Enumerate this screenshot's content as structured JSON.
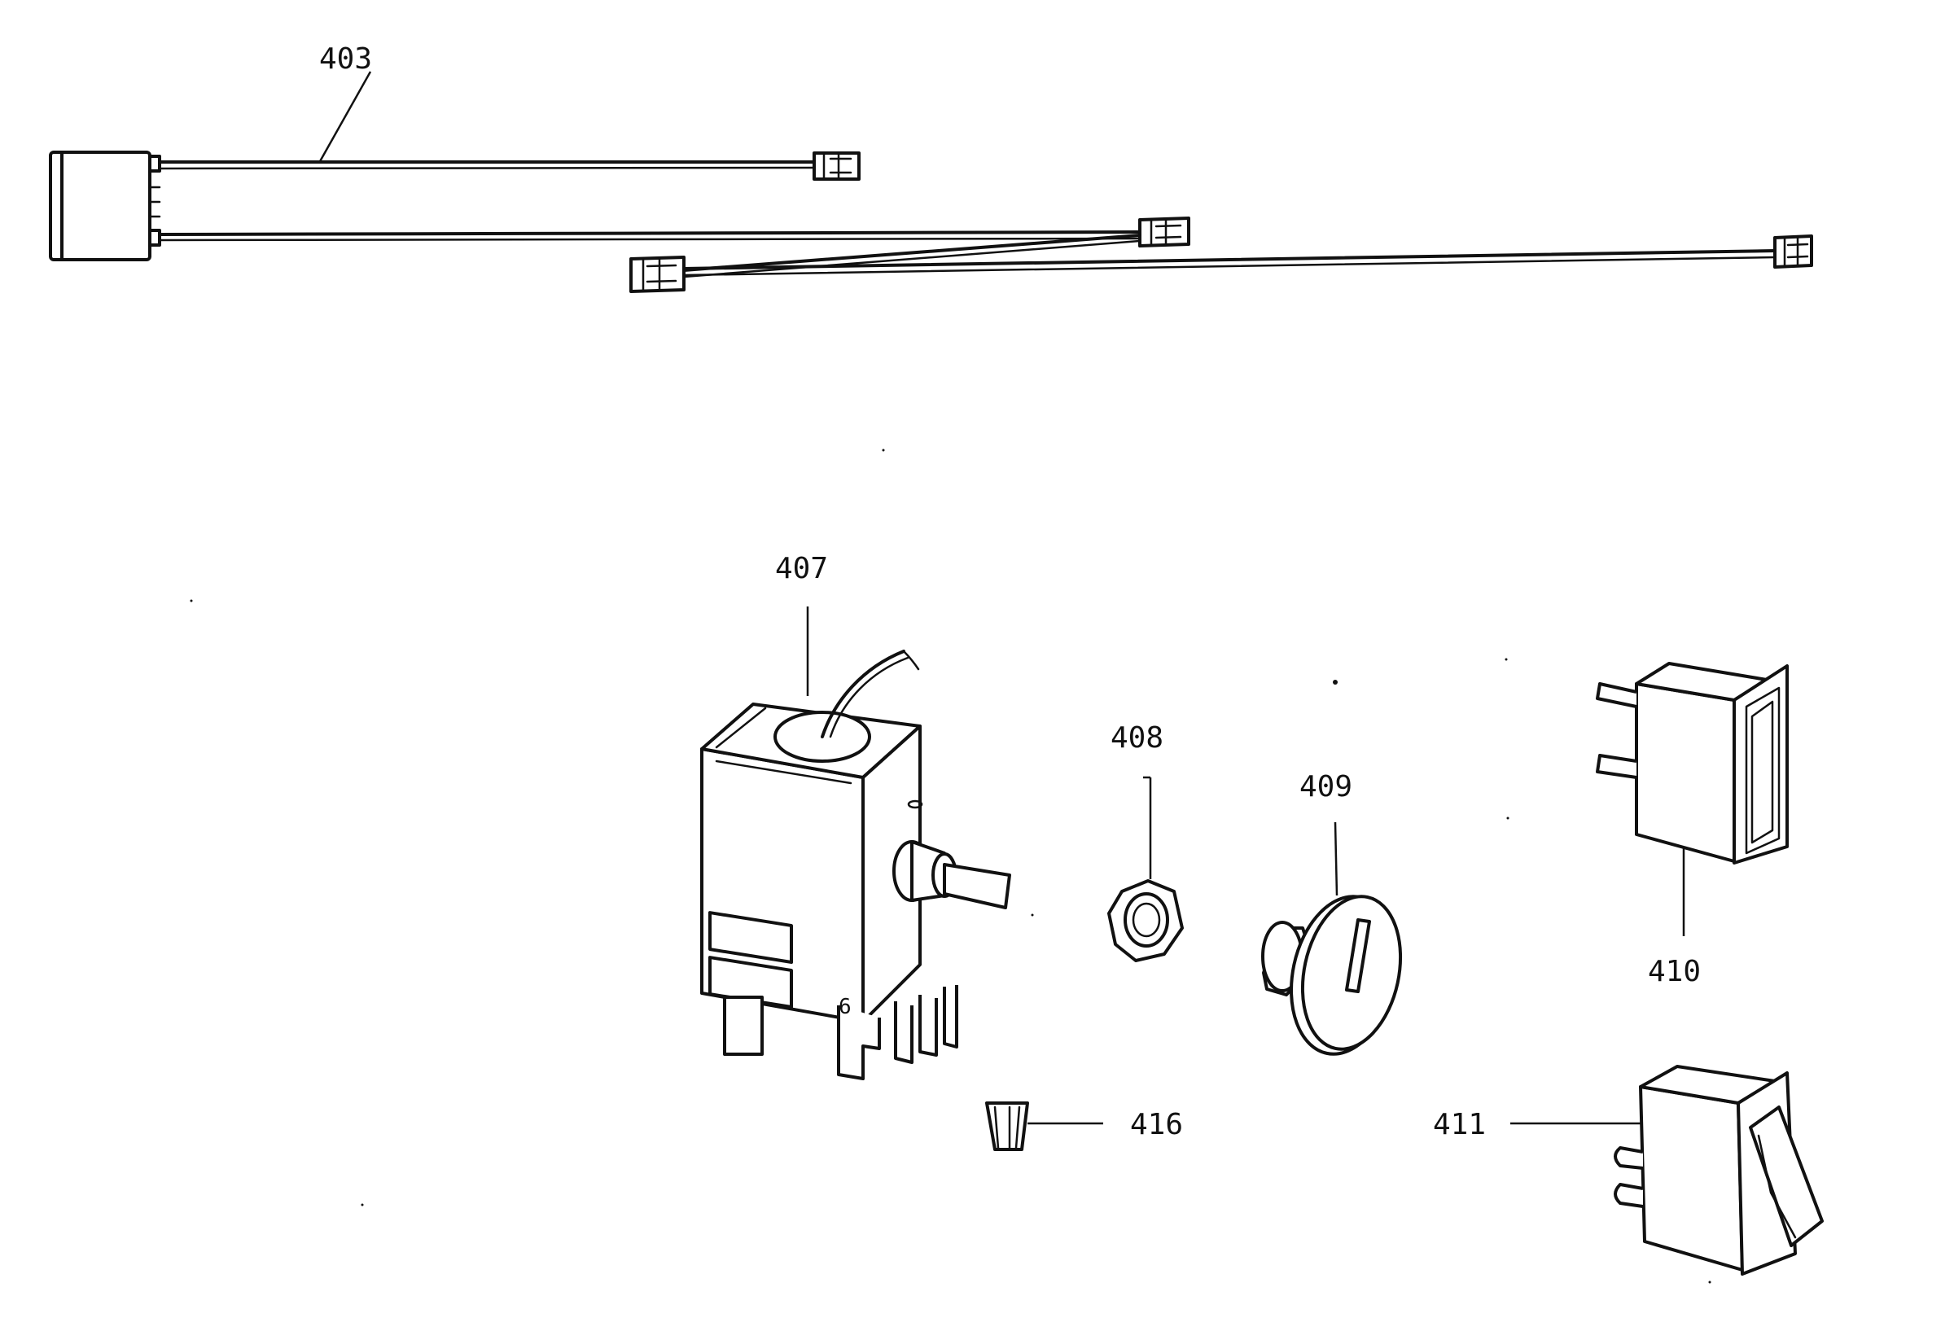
{
  "diagram": {
    "parts": [
      {
        "id": "403",
        "label": "403"
      },
      {
        "id": "407",
        "label": "407"
      },
      {
        "id": "408",
        "label": "408"
      },
      {
        "id": "409",
        "label": "409"
      },
      {
        "id": "410",
        "label": "410"
      },
      {
        "id": "411",
        "label": "411"
      },
      {
        "id": "416",
        "label": "416"
      }
    ],
    "line_color": "#111111",
    "background_color": "#ffffff"
  }
}
